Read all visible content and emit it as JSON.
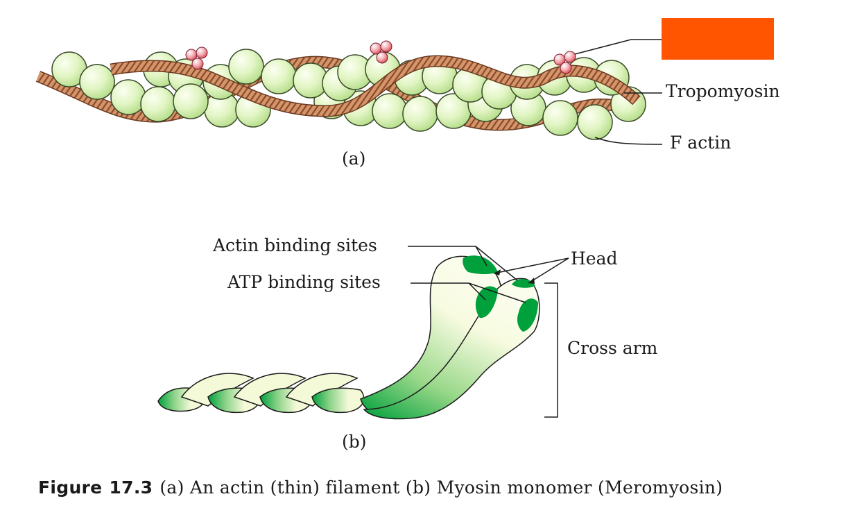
{
  "part_a": {
    "label": "(a)",
    "labels": {
      "tropomyosin": "Tropomyosin",
      "f_actin": "F actin"
    },
    "colors": {
      "actin": "#e2f5c4",
      "tropomyosin": "#d4956a",
      "troponin": "#e8707a",
      "redaction_box": "#ff5500"
    }
  },
  "part_b": {
    "label": "(b)",
    "labels": {
      "actin_binding_sites": "Actin binding sites",
      "atp_binding_sites": "ATP binding sites",
      "head": "Head",
      "cross_arm": "Cross arm"
    },
    "colors": {
      "myosin_light": "#f4f9d8",
      "myosin_dark": "#00a03c"
    }
  },
  "caption": {
    "prefix": "Figure",
    "number": "17.3",
    "text": "(a) An actin (thin) filament (b) Myosin monomer (Meromyosin)"
  }
}
